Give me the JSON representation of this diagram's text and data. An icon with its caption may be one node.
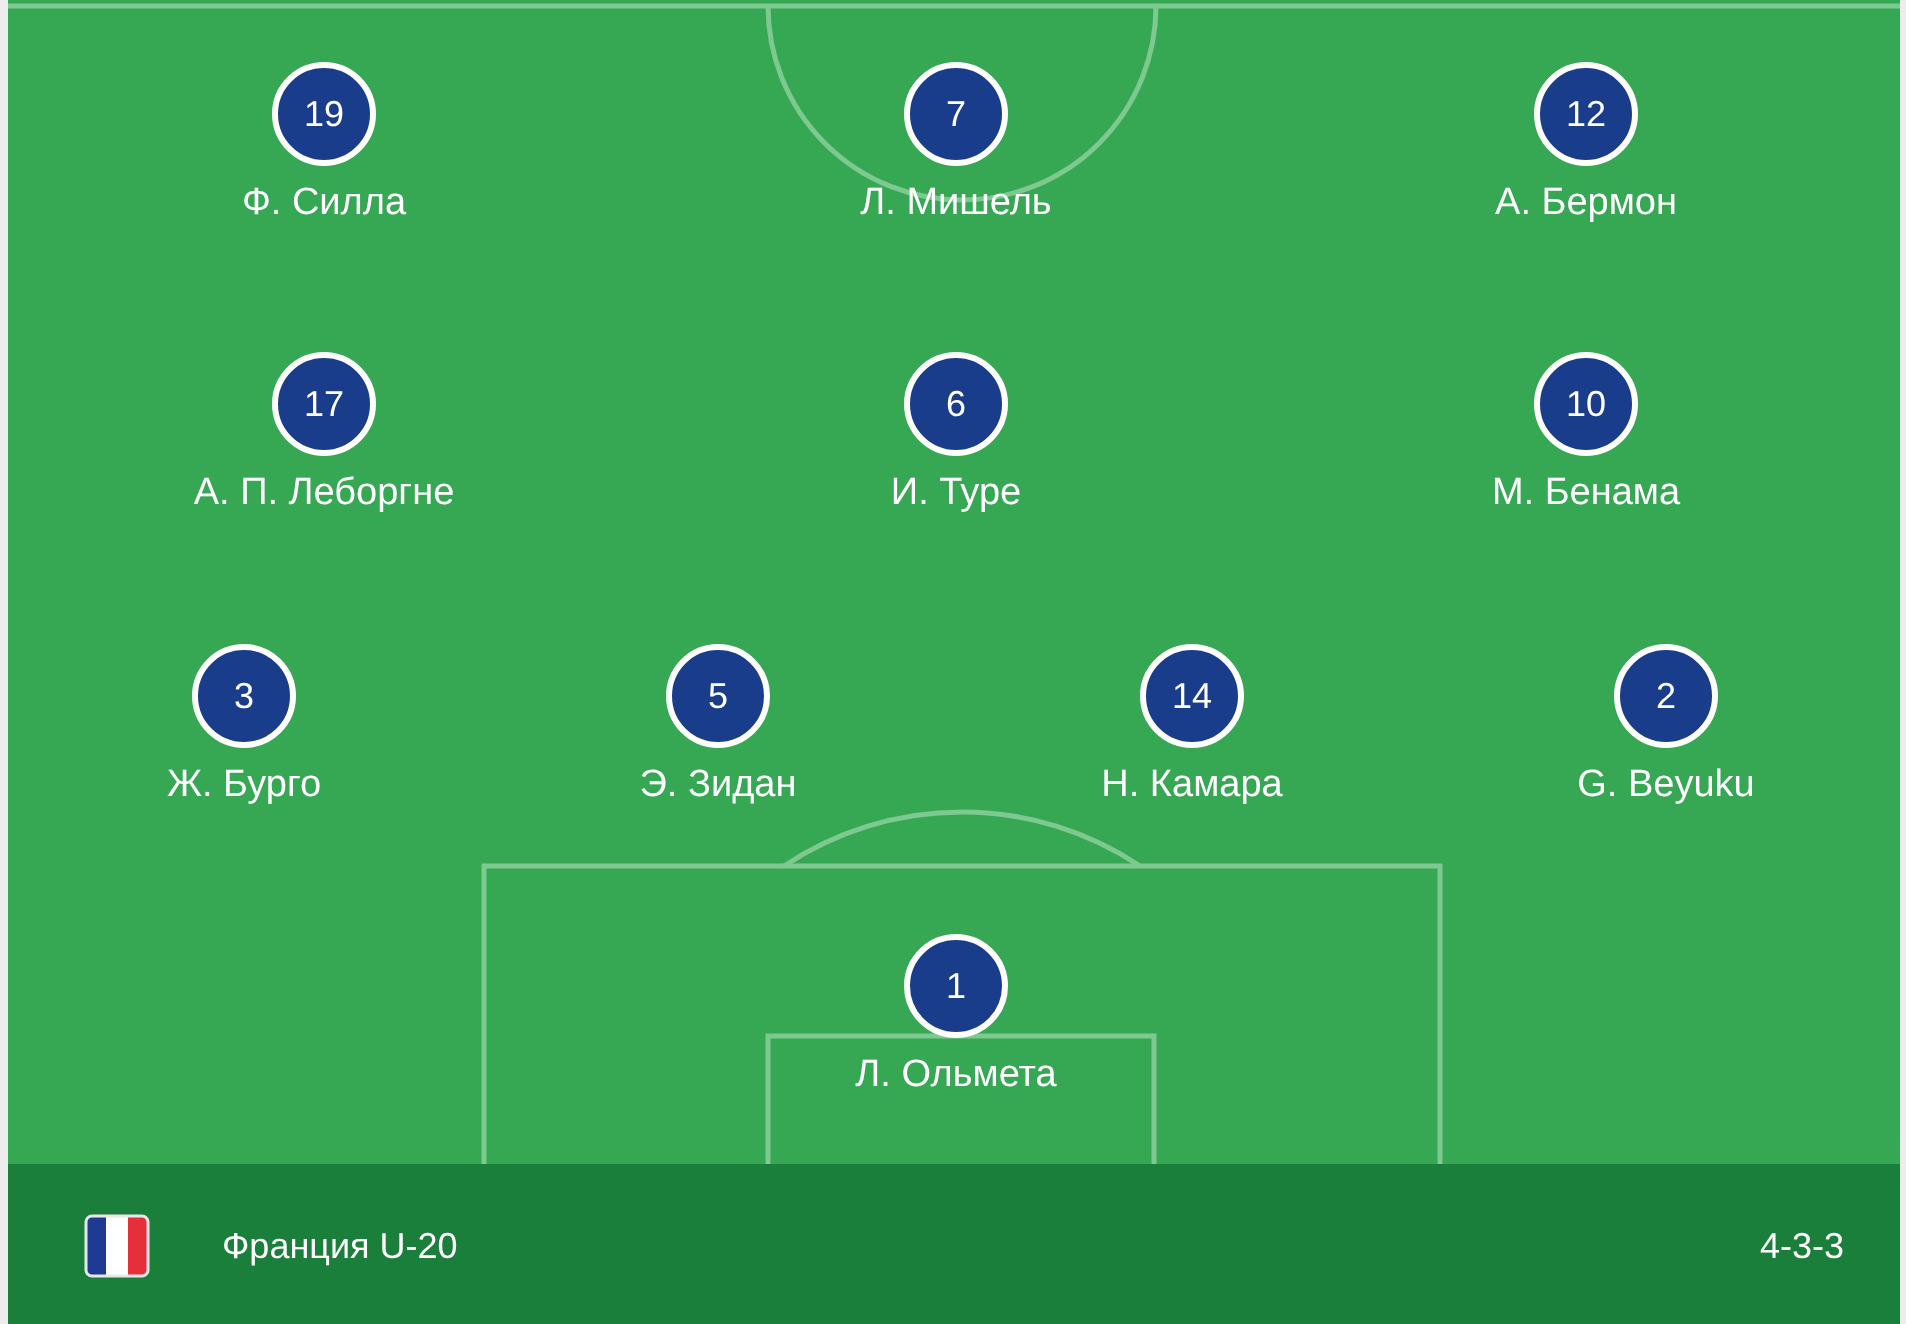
{
  "diagram": {
    "nodes": [
      {
        "text": [
          "19"
        ],
        "beside": [
          "Ф. Силла"
        ]
      },
      {
        "text": [
          "7"
        ],
        "beside": [
          "Л. Мишель"
        ]
      },
      {
        "text": [
          "12"
        ],
        "beside": [
          "А. Бермон"
        ]
      },
      {
        "text": [
          "17"
        ],
        "beside": [
          "А. П. Леборгне"
        ]
      },
      {
        "text": [
          "6"
        ],
        "beside": [
          "И. Туре"
        ]
      },
      {
        "text": [
          "10"
        ],
        "beside": [
          "М. Бенама"
        ]
      },
      {
        "text": [
          "3"
        ],
        "beside": [
          "Ж. Бурго"
        ]
      },
      {
        "text": [
          "5"
        ],
        "beside": [
          "Э. Зидан"
        ]
      },
      {
        "text": [
          "14"
        ],
        "beside": [
          "Н. Камара"
        ]
      },
      {
        "text": [
          "2"
        ],
        "beside": [
          "G. Beyuku"
        ]
      },
      {
        "text": [
          "1"
        ],
        "beside": [
          "Л. Ольмета"
        ]
      }
    ],
    "labels": [
      "Франция U-20",
      "4-3-3"
    ]
  }
}
